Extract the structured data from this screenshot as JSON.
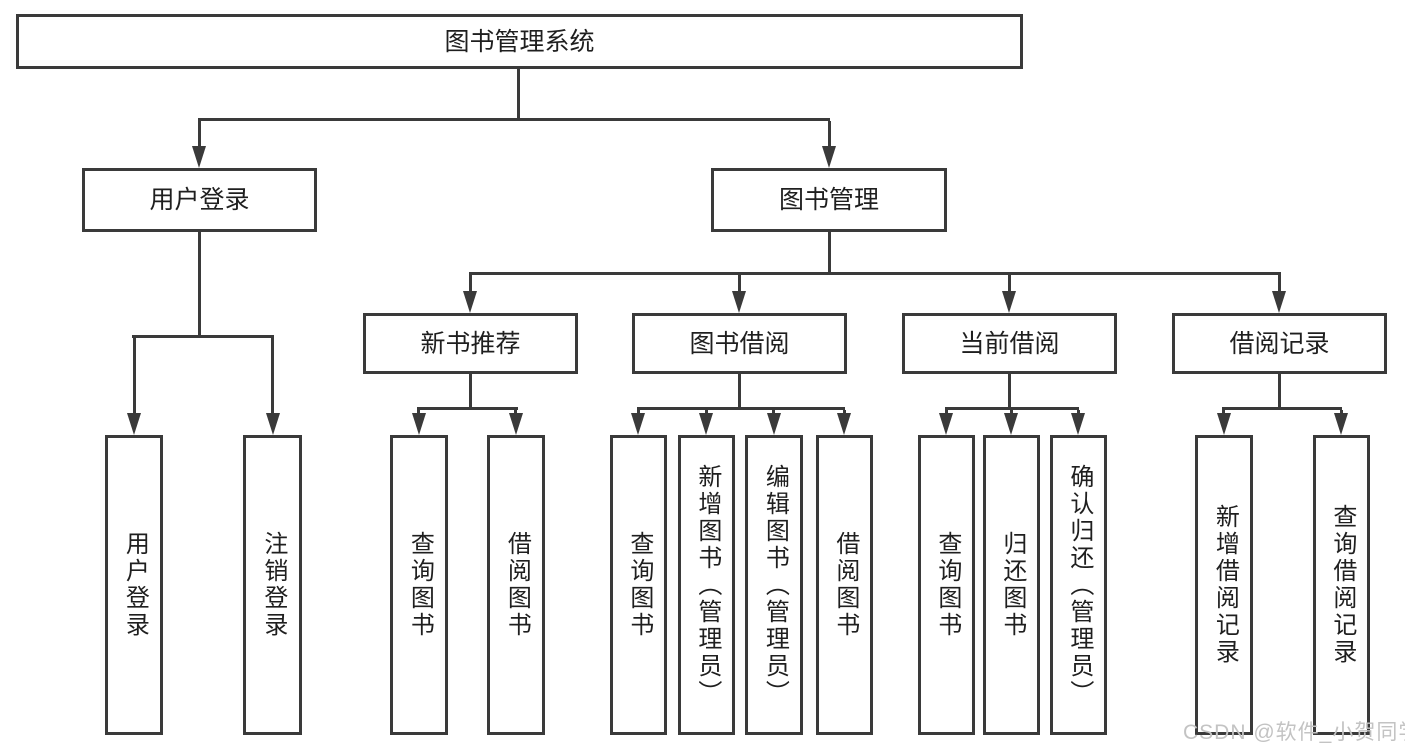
{
  "diagram": {
    "root": "图书管理系统",
    "level2": {
      "login": "用户登录",
      "management": "图书管理"
    },
    "level3": {
      "new_books": "新书推荐",
      "book_borrow": "图书借阅",
      "current_borrow": "当前借阅",
      "borrow_records": "借阅记录"
    },
    "leaves": {
      "login": [
        "用户登录",
        "注销登录"
      ],
      "new_books": [
        "查询图书",
        "借阅图书"
      ],
      "book_borrow": [
        "查询图书",
        "新增图书（管理员）",
        "编辑图书（管理员）",
        "借阅图书"
      ],
      "current_borrow": [
        "查询图书",
        "归还图书",
        "确认归还（管理员）"
      ],
      "borrow_records": [
        "新增借阅记录",
        "查询借阅记录"
      ]
    }
  },
  "watermark": "CSDN @软件_小贺同学",
  "colors": {
    "line": "#3a3a3a",
    "text": "#1f1f1f",
    "watermark": "#c3c3c3",
    "background": "#ffffff"
  }
}
